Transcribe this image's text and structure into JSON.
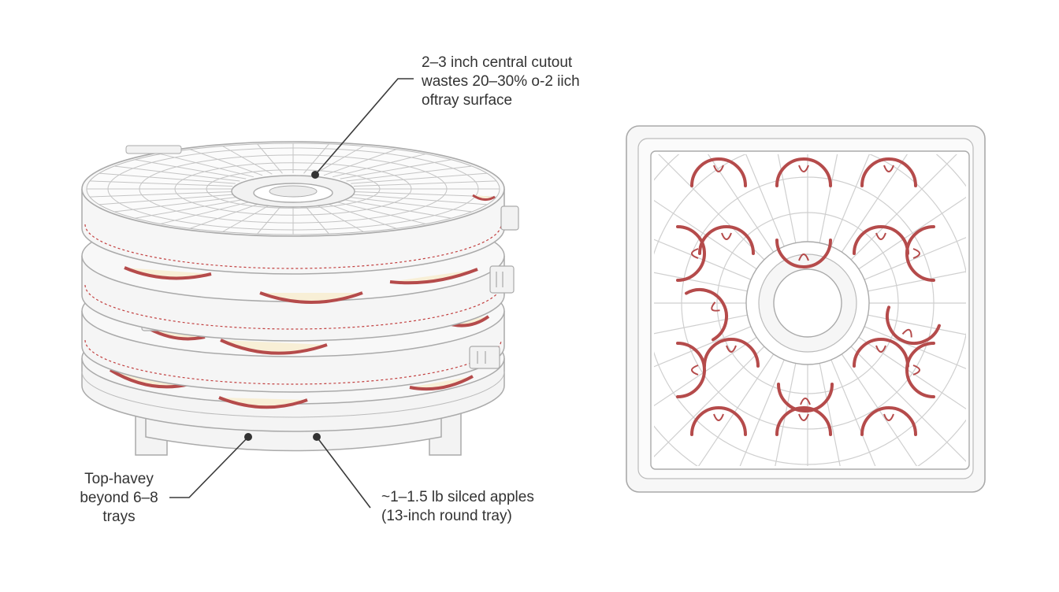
{
  "annotations": {
    "cutout": {
      "line1": "2–3 inch central cutout",
      "line2": "wastes 20–30% o-2 iich",
      "line3": "oftray surface"
    },
    "top_heavy": {
      "line1": "Top-havey",
      "line2": "beyond 6–8",
      "line3": "trays"
    },
    "capacity": {
      "line1": "~1–1.5 lb silced apples",
      "line2": "(13-inch round tray)"
    }
  },
  "colors": {
    "outline": "#a8a8a8",
    "tray_fill": "#f5f5f5",
    "apple_flesh": "#f8efd6",
    "apple_skin": "#b54b4b",
    "dashed_accent": "#c24040",
    "leader_line": "#3a3a3a"
  }
}
